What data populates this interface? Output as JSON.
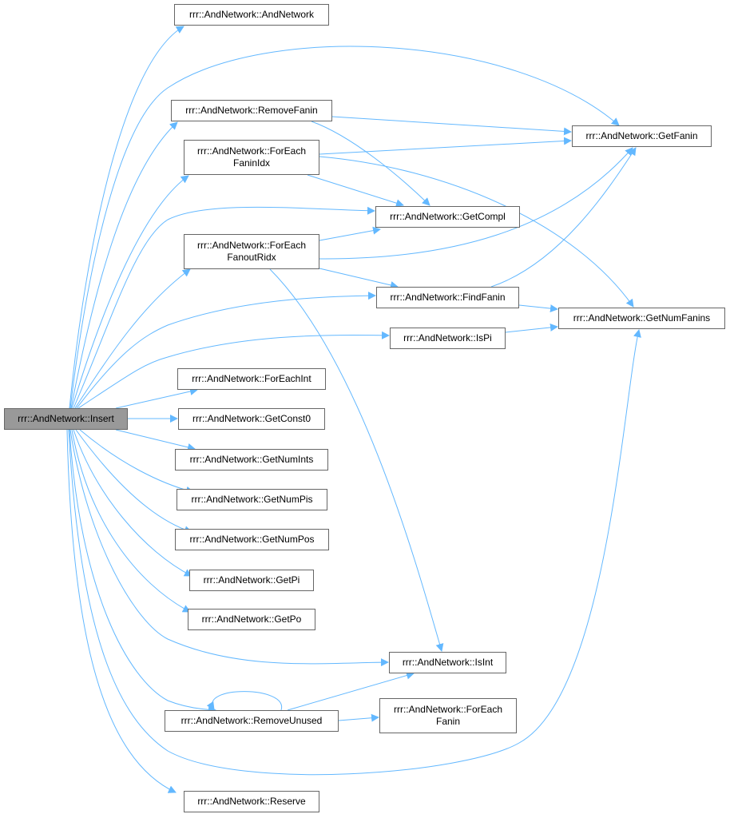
{
  "nodes": {
    "insert": "rrr::AndNetwork::Insert",
    "and_network": "rrr::AndNetwork::AndNetwork",
    "remove_fanin": "rrr::AndNetwork::RemoveFanin",
    "for_each_fanin_idx": [
      "rrr::AndNetwork::ForEach",
      "FaninIdx"
    ],
    "for_each_fanout_ridx": [
      "rrr::AndNetwork::ForEach",
      "FanoutRidx"
    ],
    "get_fanin": "rrr::AndNetwork::GetFanin",
    "get_compl": "rrr::AndNetwork::GetCompl",
    "find_fanin": "rrr::AndNetwork::FindFanin",
    "get_num_fanins": "rrr::AndNetwork::GetNumFanins",
    "is_pi": "rrr::AndNetwork::IsPi",
    "for_each_int": "rrr::AndNetwork::ForEachInt",
    "get_const0": "rrr::AndNetwork::GetConst0",
    "get_num_ints": "rrr::AndNetwork::GetNumInts",
    "get_num_pis": "rrr::AndNetwork::GetNumPis",
    "get_num_pos": "rrr::AndNetwork::GetNumPos",
    "get_pi": "rrr::AndNetwork::GetPi",
    "get_po": "rrr::AndNetwork::GetPo",
    "is_int": "rrr::AndNetwork::IsInt",
    "remove_unused": "rrr::AndNetwork::RemoveUnused",
    "for_each_fanin": [
      "rrr::AndNetwork::ForEach",
      "Fanin"
    ],
    "reserve": "rrr::AndNetwork::Reserve"
  },
  "colors": {
    "edge": "#63b8ff",
    "root_fill": "#999999",
    "border": "#666666"
  }
}
